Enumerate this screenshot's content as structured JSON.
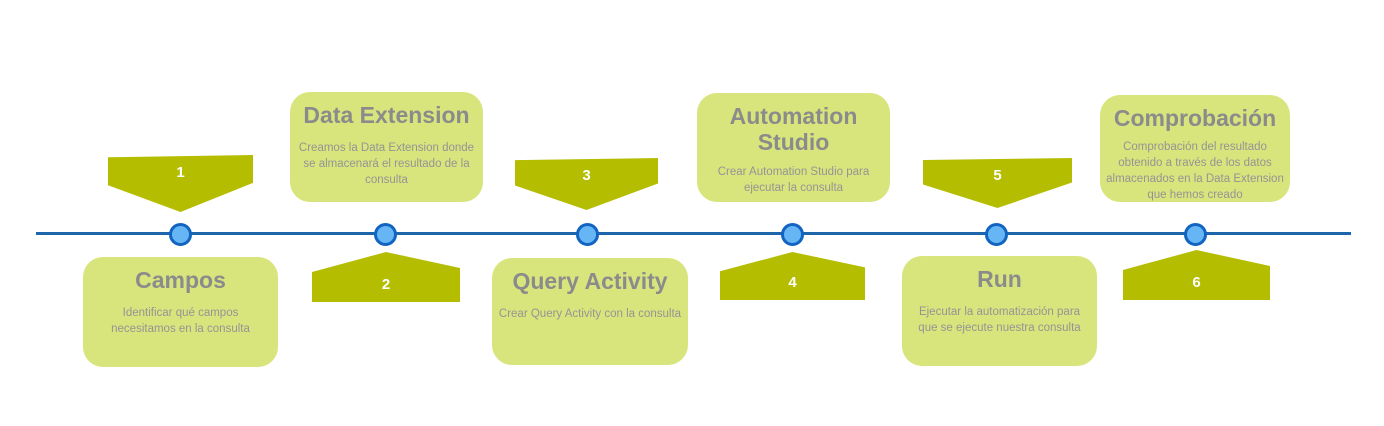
{
  "diagram": {
    "type": "process-timeline",
    "language": "es",
    "colors": {
      "background": "#ffffff",
      "timeline": "#1d66ab",
      "node_fill": "#66b5f4",
      "node_border": "#1264c2",
      "arrow_fill": "#b4bd00",
      "arrow_number_text": "#ffffff",
      "card_fill": "#d8e57d",
      "title_text": "#8b8b8b",
      "body_text": "#949494"
    }
  },
  "steps": [
    {
      "number": "1",
      "title": "Campos",
      "description": "Identificar qué campos necesitamos en la consulta",
      "position": "below"
    },
    {
      "number": "2",
      "title": "Data Extension",
      "description": "Creamos la Data Extension donde se almacenará el resultado de la consulta",
      "position": "above"
    },
    {
      "number": "3",
      "title": "Query Activity",
      "description": "Crear Query Activity con la consulta",
      "position": "below"
    },
    {
      "number": "4",
      "title": "Automation Studio",
      "description": "Crear Automation Studio para ejecutar la consulta",
      "position": "above"
    },
    {
      "number": "5",
      "title": "Run",
      "description": "Ejecutar la automatización para que se ejecute nuestra consulta",
      "position": "below"
    },
    {
      "number": "6",
      "title": "Comprobación",
      "description": "Comprobación del resultado obtenido a través de los datos almacenados en la Data Extension que hemos creado",
      "position": "above"
    }
  ]
}
